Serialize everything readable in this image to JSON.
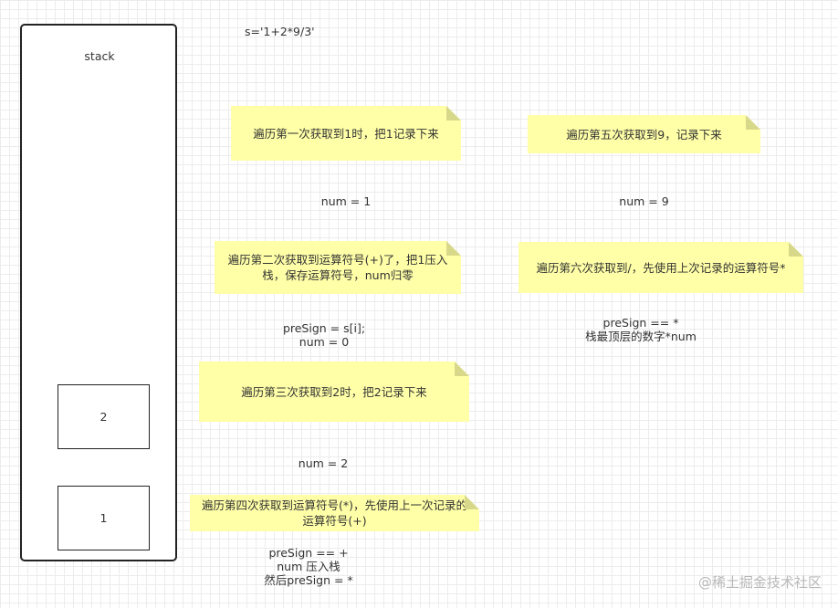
{
  "expression": "s='1+2*9/3'",
  "stack": {
    "label": "stack",
    "cells": [
      "2",
      "1"
    ]
  },
  "notes": [
    "遍历第一次获取到1时，把1记录下来",
    "遍历第二次获取到运算符号(+)了，把1压入栈，保存运算符号，num归零",
    "遍历第三次获取到2时，把2记录下来",
    "遍历第四次获取到运算符号(*)，先使用上一次记录的运算符号(+)",
    "遍历第五次获取到9，记录下来",
    "遍历第六次获取到/，先使用上次记录的运算符号*"
  ],
  "states": [
    [
      "num = 1"
    ],
    [
      "preSign = s[i];",
      "num = 0"
    ],
    [
      "num = 2"
    ],
    [
      "preSign == +",
      "num 压入栈",
      "然后preSign = *"
    ],
    [
      "num = 9"
    ],
    [
      "preSign == *",
      "栈最顶层的数字*num"
    ]
  ],
  "watermark": "@稀土掘金技术社区"
}
